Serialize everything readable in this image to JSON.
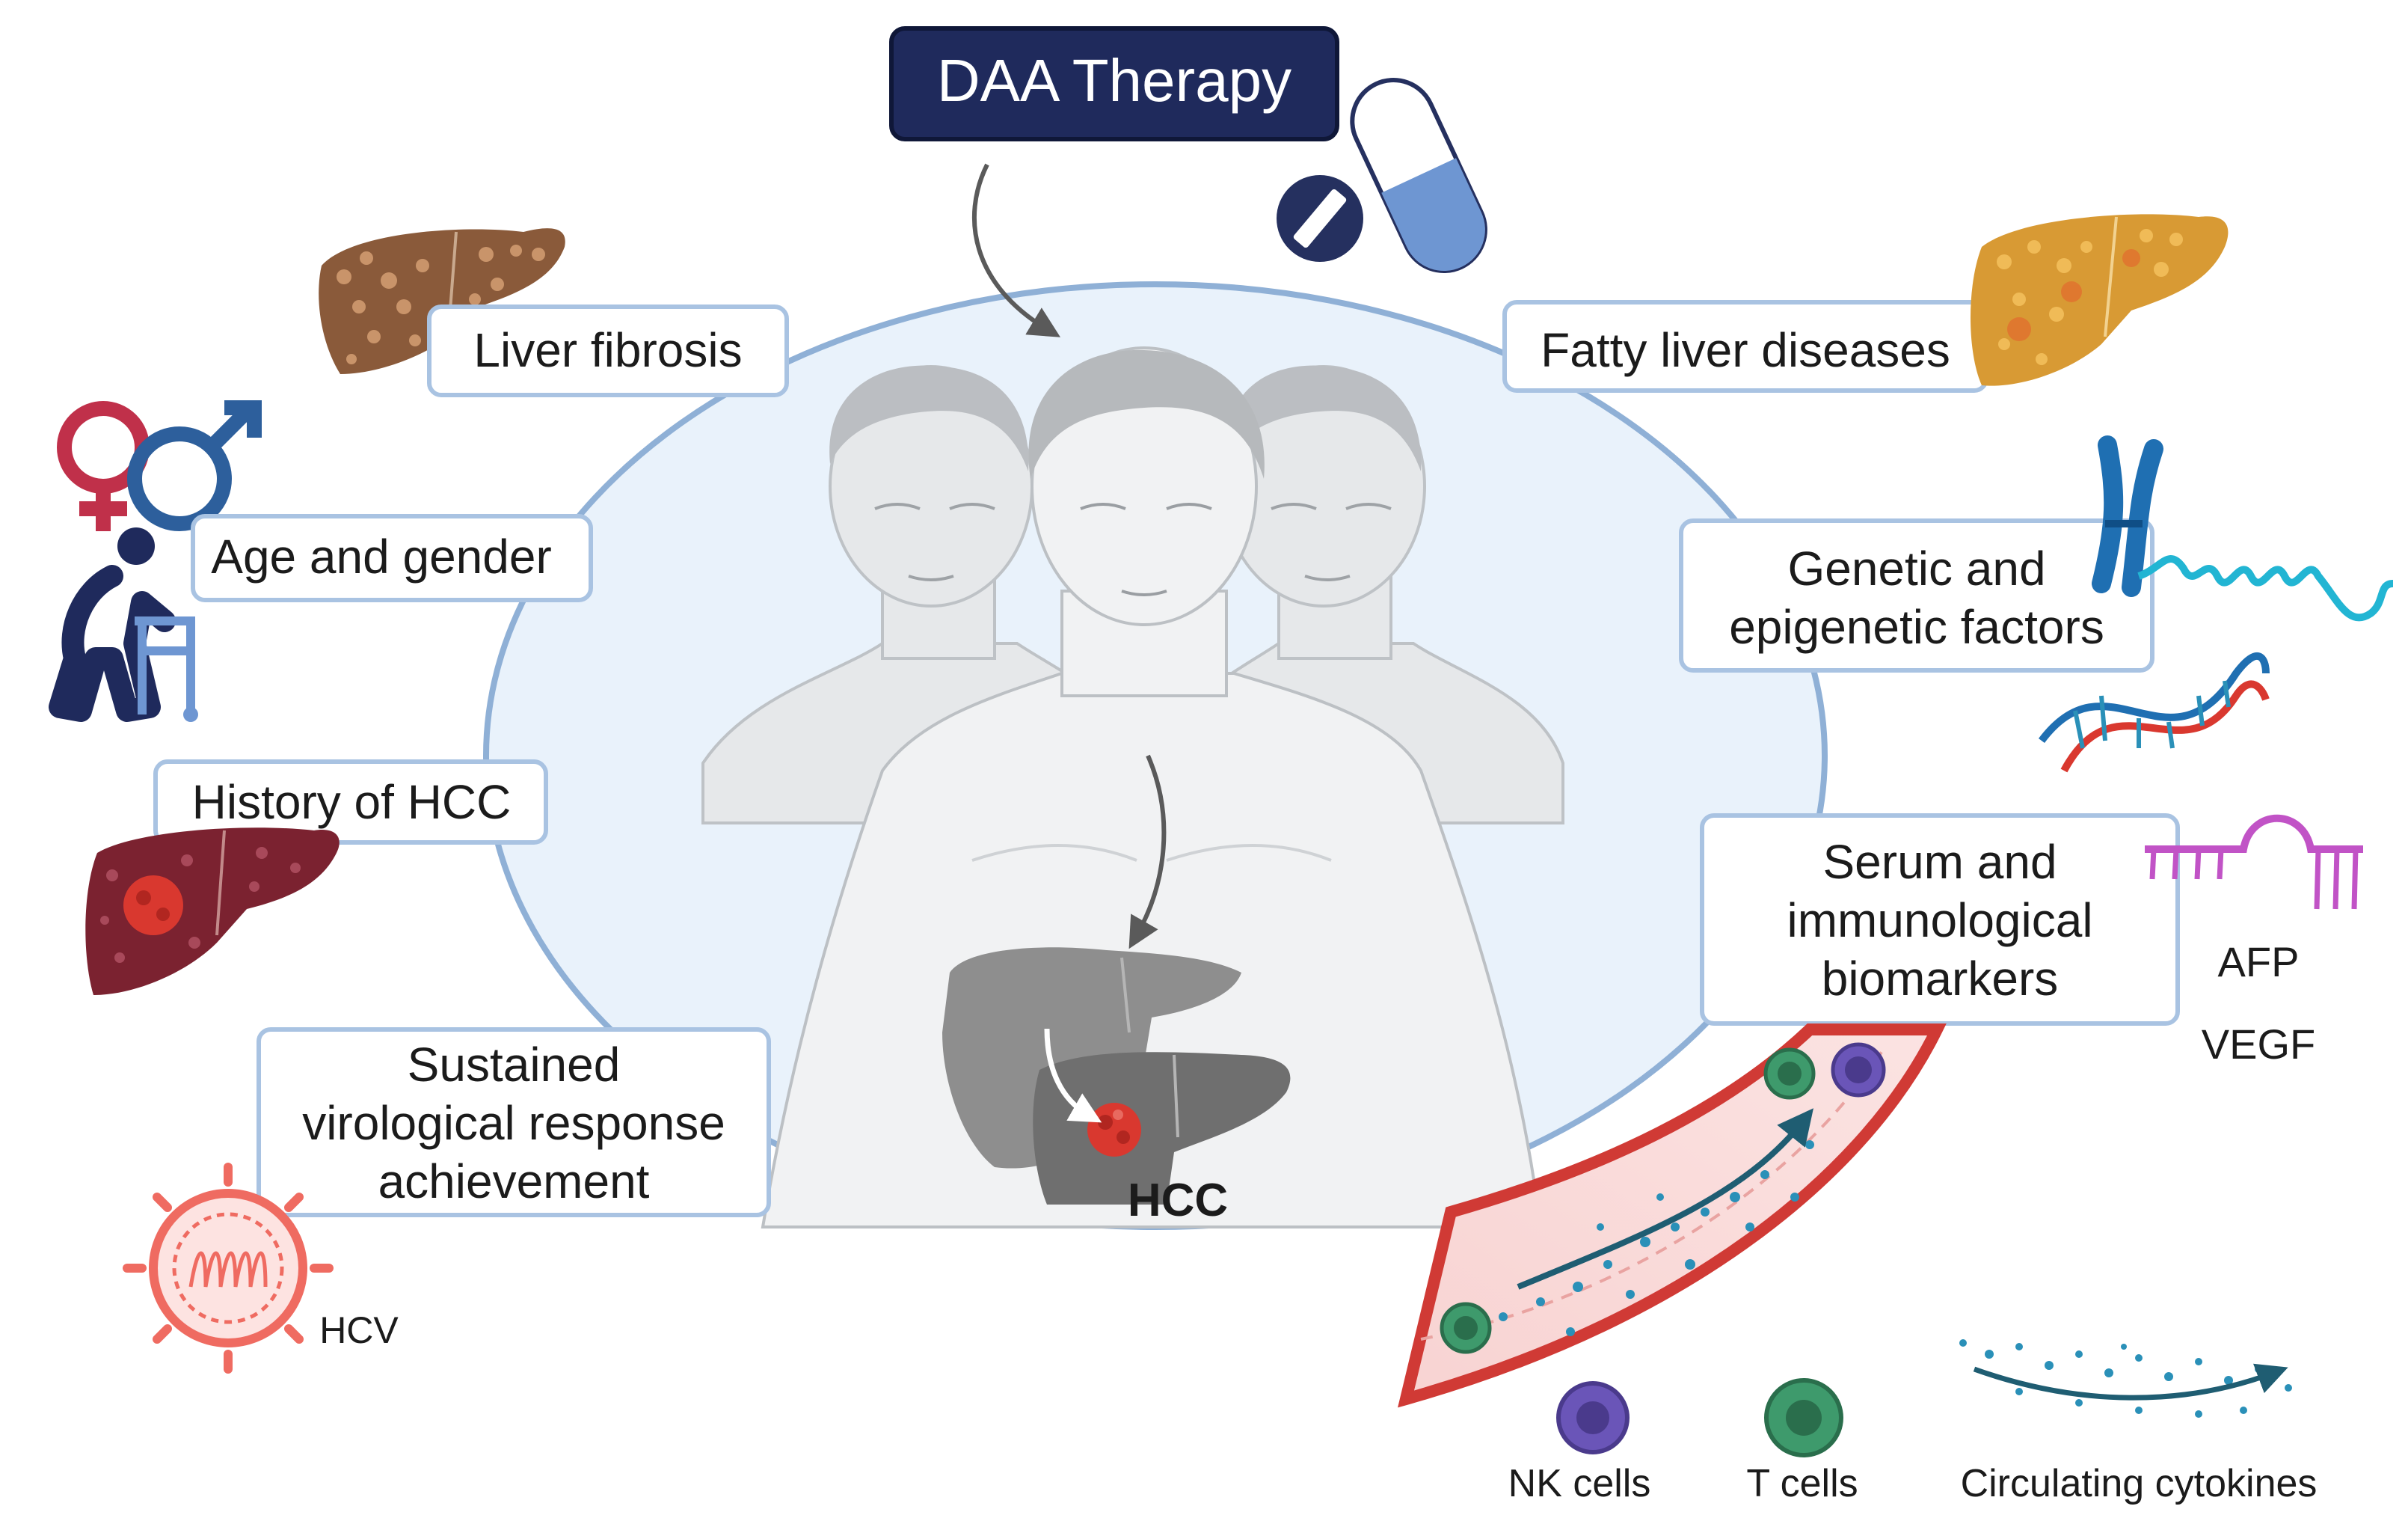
{
  "title": "DAA Therapy",
  "center_label": "HCC",
  "factors": {
    "liver_fibrosis": "Liver fibrosis",
    "age_gender": "Age and gender",
    "history_hcc": "History of HCC",
    "svr": [
      "Sustained",
      "virological response",
      "achievement"
    ],
    "fatty_liver": "Fatty liver diseases",
    "genetic": [
      "Genetic and",
      "epigenetic factors"
    ],
    "biomarkers": [
      "Serum and",
      "immunological",
      "biomarkers"
    ]
  },
  "annotations": {
    "hcv": "HCV",
    "afp": "AFP",
    "vegf": "VEGF"
  },
  "legend": {
    "nk": "NK cells",
    "t": "T cells",
    "cytokines": "Circulating cytokines"
  },
  "colors": {
    "title_box": "#1f2a5c",
    "oval_fill": "#e9f2fb",
    "oval_stroke": "#8fb0d6",
    "box_stroke": "#a9c3e2",
    "liver_brown": "#8a5a3a",
    "fatty_liver": "#d89a34",
    "hcc_liver": "#7b2230",
    "tumor": "#d9382f",
    "pill_dark": "#25305f",
    "pill_light": "#6e96d2",
    "female": "#c0304a",
    "male": "#2d5f9c",
    "nk_cell": "#6a55b8",
    "t_cell": "#3e9a6c",
    "vessel": "#e35a56",
    "cytokine": "#2a90b8",
    "virus": "#ef6b61"
  }
}
